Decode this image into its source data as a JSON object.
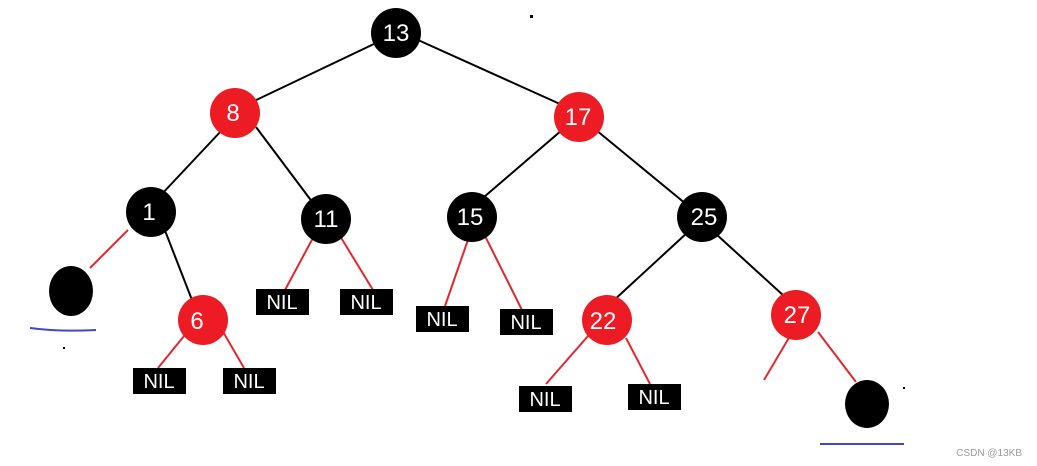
{
  "colors": {
    "black": "#000000",
    "red": "#ed1c24",
    "red_edge": "#e0282e",
    "blue": "#3f48cc",
    "white": "#ffffff"
  },
  "tree": {
    "nodes": [
      {
        "id": "n13",
        "label": "13",
        "color": "black"
      },
      {
        "id": "n8",
        "label": "8",
        "color": "red"
      },
      {
        "id": "n17",
        "label": "17",
        "color": "red"
      },
      {
        "id": "n1",
        "label": "1",
        "color": "black"
      },
      {
        "id": "n11",
        "label": "11",
        "color": "black"
      },
      {
        "id": "n15",
        "label": "15",
        "color": "black"
      },
      {
        "id": "n25",
        "label": "25",
        "color": "black"
      },
      {
        "id": "n6",
        "label": "6",
        "color": "red"
      },
      {
        "id": "n22",
        "label": "22",
        "color": "red"
      },
      {
        "id": "n27",
        "label": "27",
        "color": "red"
      },
      {
        "id": "leaf-left",
        "label": "",
        "color": "black"
      },
      {
        "id": "leaf-right",
        "label": "",
        "color": "black"
      }
    ],
    "nil_label": "NIL",
    "nil_parents": [
      "n11",
      "n11",
      "n15",
      "n15",
      "n6",
      "n6",
      "n22",
      "n22"
    ]
  },
  "watermark": "CSDN @13KB"
}
